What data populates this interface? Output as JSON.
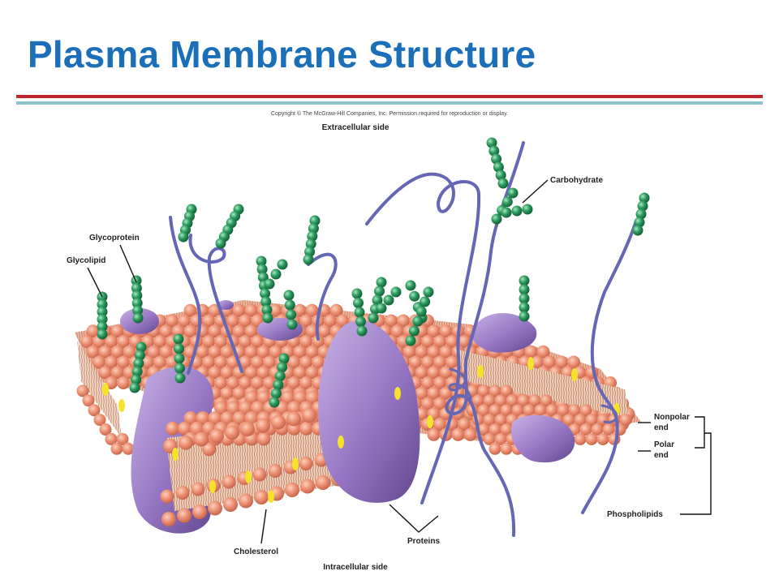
{
  "title": "Plasma Membrane Structure",
  "copyright": "Copyright © The McGraw-Hill Companies, Inc. Permission required for reproduction or display.",
  "labels": {
    "extracellular": "Extracellular side",
    "intracellular": "Intracellular side",
    "carbohydrate": "Carbohydrate",
    "glycoprotein": "Glycoprotein",
    "glycolipid": "Glycolipid",
    "nonpolar_1": "Nonpolar",
    "nonpolar_2": "end",
    "polar_1": "Polar",
    "polar_2": "end",
    "phospholipids": "Phospholipids",
    "proteins": "Proteins",
    "cholesterol": "Cholesterol"
  },
  "colors": {
    "title": "#1a6fb8",
    "head": "#e8866a",
    "tail": "#d89878",
    "protein": "#9b7fc2",
    "protein_dark": "#6a4e98",
    "chain": "#6567b5",
    "carbohydrate": "#2e9a5e",
    "cholesterol": "#f5e22a"
  }
}
